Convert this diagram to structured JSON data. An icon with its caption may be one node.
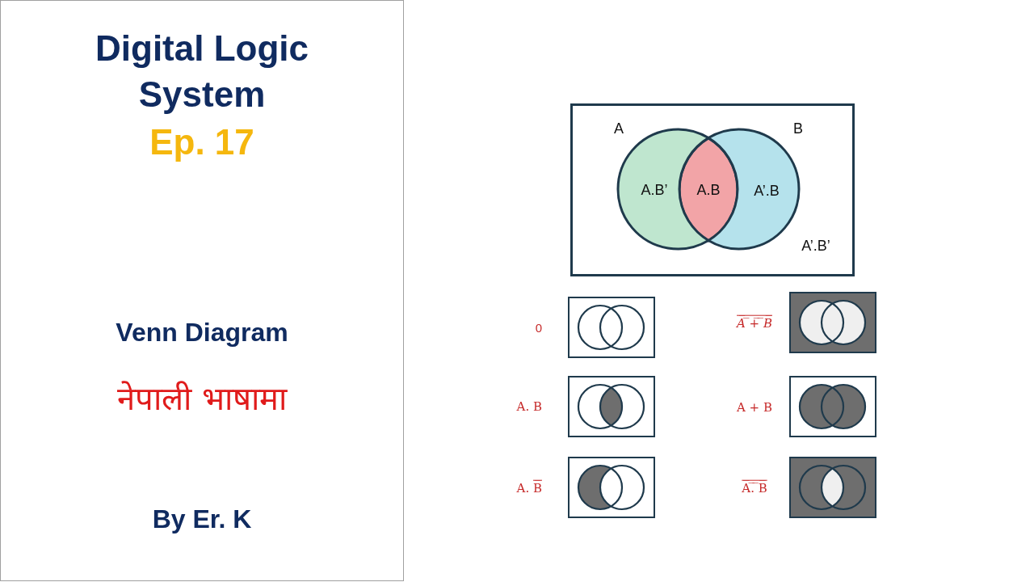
{
  "diagram": {
    "nodes": [
      {
        "text": [
          "Digital Logic System",
          "Ep. 17",
          "Venn Diagram",
          "नेपाली भाषामा",
          "By Er. K"
        ]
      },
      {
        "text": [
          "A’.B’"
        ]
      },
      {
        "text": [
          "A",
          "A.B’"
        ],
        "in": 1
      },
      {
        "text": [
          "B",
          "A’.B"
        ],
        "in": 1
      },
      {
        "text": [
          "A.B"
        ],
        "in": 1
      },
      {
        "text": [],
        "shape": "box",
        "beside": [
          "0"
        ]
      },
      {
        "text": [],
        "shape": "box",
        "beside": [
          "A̅ ̅+̅ ̅B̅"
        ]
      },
      {
        "text": [],
        "shape": "box",
        "beside": [
          "A. B"
        ]
      },
      {
        "text": [],
        "shape": "box",
        "beside": [
          "A + B"
        ]
      },
      {
        "text": [],
        "shape": "box",
        "beside": [
          "A. B̅"
        ]
      },
      {
        "text": [],
        "shape": "box",
        "beside": [
          "A̅.̅ ̅B̅"
        ]
      }
    ]
  }
}
